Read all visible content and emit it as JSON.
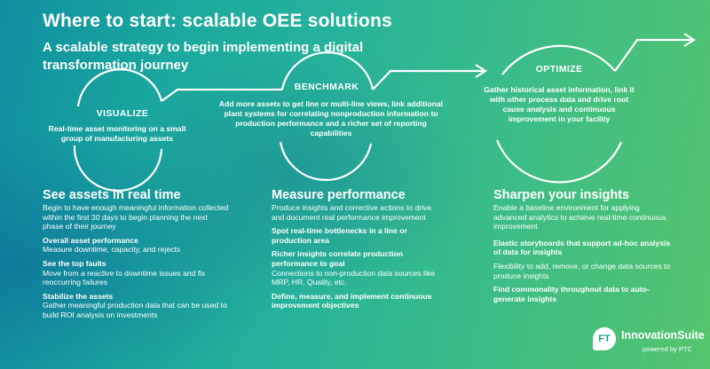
{
  "header": {
    "title": "Where to start: scalable OEE solutions",
    "subtitle": "A scalable strategy to begin implementing a digital transformation journey"
  },
  "stages": {
    "visualize": {
      "label": "VISUALIZE",
      "description": "Real-time asset monitoring on a small group of manufacturing assets"
    },
    "benchmark": {
      "label": "BENCHMARK",
      "description": "Add more assets to get line or multi-line views, link additional plant systems for correlating nonproduction information to production performance and a richer set of reporting capabilities"
    },
    "optimize": {
      "label": "OPTIMIZE",
      "description": "Gather historical asset information, link it with other process data and drive root cause analysis and continuous improvement in your facility"
    }
  },
  "columns": {
    "see": {
      "heading": "See assets in real time",
      "lead": "Begin to have enough meaningful information collected within the first 30 days to begin planning the next phase of their journey",
      "items": [
        {
          "title": "Overall asset performance",
          "text": "Measure downtime, capacity, and rejects"
        },
        {
          "title": "See the top faults",
          "text": "Move from a reactive to downtime issues and fix reoccurring failures"
        },
        {
          "title": "Stabilize the assets",
          "text": "Gather meaningful production data that can be used to build ROI analysis on investments"
        }
      ]
    },
    "measure": {
      "heading": "Measure performance",
      "lead": "Produce insights and corrective actions to drive and document real performance improvement",
      "items": [
        {
          "title": "Spot real-time bottlenecks in a line or production area",
          "text": ""
        },
        {
          "title": "Richer insights correlate production performance to goal",
          "text": "Connections to non-production data sources like MRP, HR, Quality, etc."
        },
        {
          "title": "Define, measure, and implement continuous improvement objectives",
          "text": ""
        }
      ]
    },
    "sharpen": {
      "heading": "Sharpen your insights",
      "lead": "Enable a baseline environment for applying advanced analytics to achieve real-time continuous improvement",
      "items": [
        {
          "title": "Elastic storyboards that support ad-hoc analysis of data for insights",
          "text": ""
        },
        {
          "title": "",
          "text": "Flexibility to add, remove, or change data sources to produce insights"
        },
        {
          "title": "Find commonality throughout data to auto-generate insights",
          "text": ""
        }
      ]
    }
  },
  "logo": {
    "mark": "FT",
    "name": "InnovationSuite",
    "powered": "powered by PTC"
  },
  "colors": {
    "gradient_start": "#0f8fa0",
    "gradient_end": "#55c46e",
    "text": "#ffffff"
  }
}
